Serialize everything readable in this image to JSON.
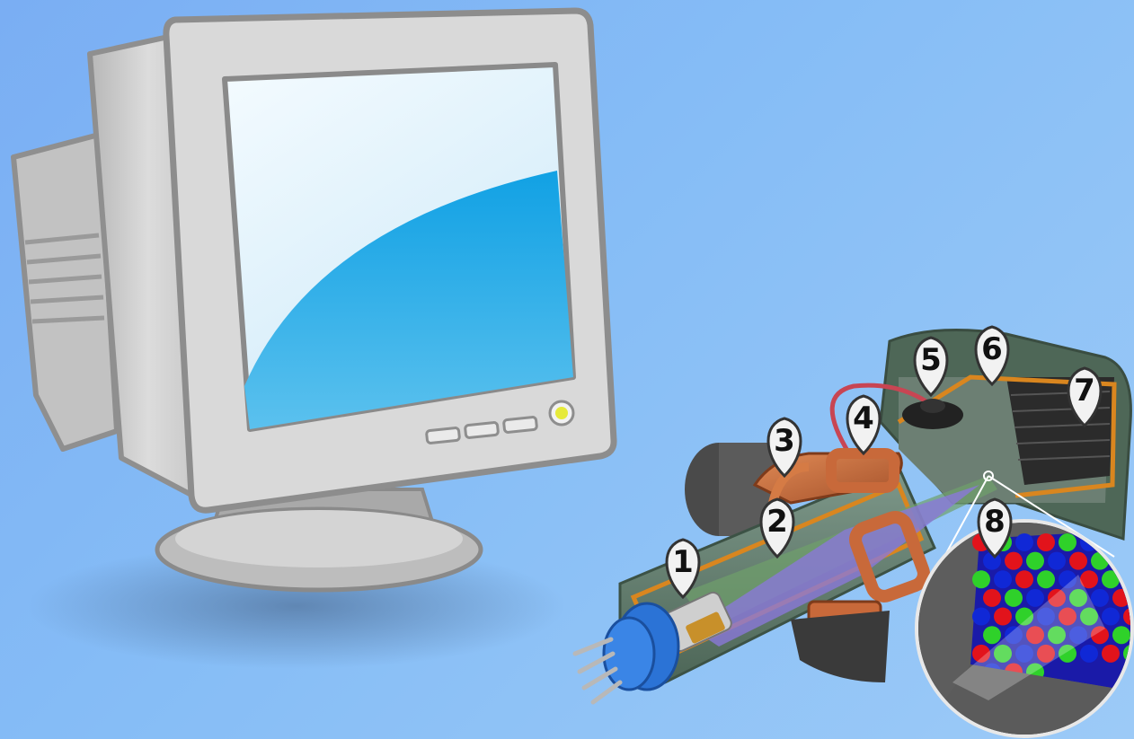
{
  "diagram": {
    "colors": {
      "background": "#86bdf6",
      "monitor_shell": "#c9c9c9",
      "monitor_outline": "#8f8f8f",
      "screen_light": "#e8f6fd",
      "screen_blue": "#1aa7e6",
      "power_led": "#e6ea3a",
      "tube_glass": "#5f7c6a",
      "copper_coil": "#c8693a",
      "beam_purple": "#8a78d8",
      "phosphor_red": "#e2131b",
      "phosphor_green": "#2fd12a",
      "phosphor_blue": "#1028d6"
    },
    "monitor": {
      "icon": "crt-monitor-icon",
      "buttons": [
        "button",
        "button",
        "button"
      ]
    },
    "cutaway": {
      "icon": "crt-tube-cutaway",
      "markers": [
        "1",
        "2",
        "3",
        "4",
        "5",
        "6",
        "7",
        "8"
      ]
    }
  }
}
